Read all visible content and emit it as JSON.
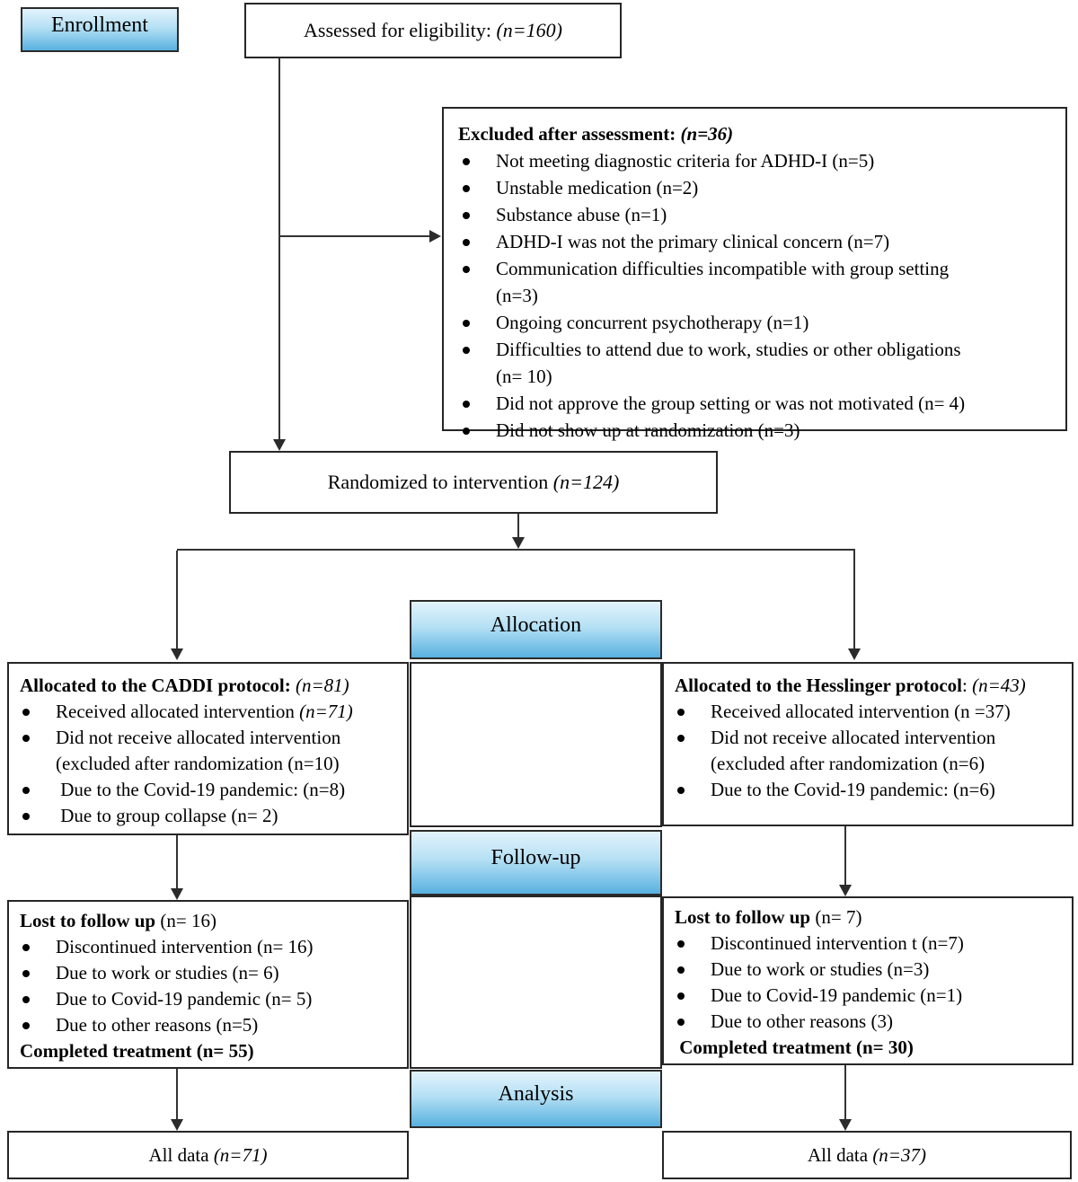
{
  "diagram": {
    "stages": {
      "enrollment": "Enrollment",
      "allocation": "Allocation",
      "followup": "Follow-up",
      "analysis": "Analysis"
    },
    "assessed": {
      "label": "Assessed for eligibility: ",
      "n": "(n=160)"
    },
    "excluded": {
      "title": "Excluded after assessment: ",
      "title_n": "(n=36)",
      "bullets": [
        "Not meeting diagnostic criteria for ADHD-I (n=5)",
        "Unstable medication (n=2)",
        "Substance abuse (n=1)",
        "ADHD-I was not the primary clinical concern (n=7)",
        "Communication difficulties incompatible with group setting\n(n=3)",
        "Ongoing concurrent psychotherapy (n=1)",
        "Difficulties to attend due to work, studies or other obligations\n(n= 10)",
        "Did not approve the group setting or was not motivated (n= 4)",
        "Did not show up at randomization (n=3)"
      ]
    },
    "randomized": {
      "label": "Randomized to intervention ",
      "n": "(n=124)"
    },
    "caddi": {
      "title": "Allocated to the CADDI protocol: ",
      "title_n": "(n=81)",
      "bullet1": "Received allocated intervention ",
      "bullet1_n": "(n=71)",
      "bullets": [
        "Did not receive allocated intervention\n(excluded after randomization (n=10)",
        " Due to the Covid-19 pandemic: (n=8)",
        " Due to group collapse (n= 2)"
      ]
    },
    "hesslinger": {
      "title": "Allocated to the Hesslinger protocol",
      "title_sep": ": ",
      "title_n": "(n=43)",
      "bullets": [
        "Received allocated intervention (n =37)",
        "Did not receive allocated intervention\n(excluded after randomization (n=6)",
        "Due to the Covid-19 pandemic: (n=6)"
      ]
    },
    "lost_left": {
      "title": "Lost to follow up",
      "title_n": " (n= 16)",
      "bullets": [
        "Discontinued intervention (n= 16)",
        "Due to work or studies (n= 6)",
        "Due to Covid-19 pandemic (n= 5)",
        "Due to other reasons (n=5)"
      ],
      "completed": "Completed treatment (n= 55)"
    },
    "lost_right": {
      "title": "Lost to follow up",
      "title_n": " (n= 7)",
      "bullets": [
        "Discontinued intervention t (n=7)",
        "Due to work or studies (n=3)",
        "Due to Covid-19 pandemic (n=1)",
        "Due to other reasons (3)"
      ],
      "completed": " Completed treatment (n= 30)"
    },
    "alldata_left": {
      "label": "All data ",
      "n": "(n=71)"
    },
    "alldata_right": {
      "label": "All data ",
      "n": "(n=37)"
    },
    "colors": {
      "stage_gradient_top": "#e3f3fc",
      "stage_gradient_mid": "#b5e0f4",
      "stage_gradient_bottom": "#58b1e0",
      "box_border": "#262626",
      "line": "#333333"
    }
  }
}
